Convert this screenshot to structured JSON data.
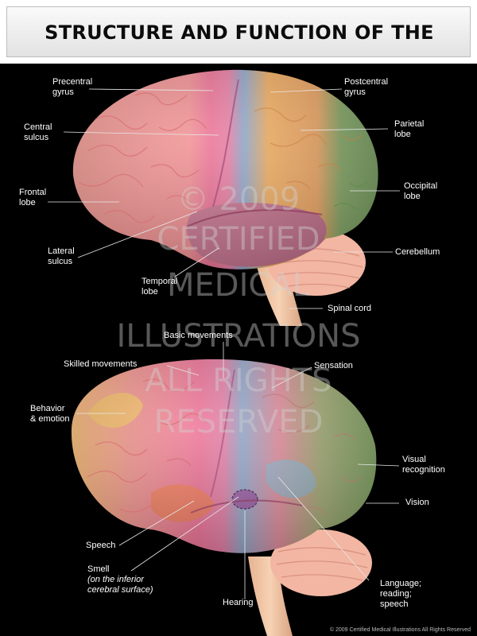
{
  "title": "STRUCTURE AND FUNCTION OF THE BRAIN",
  "top_labels": {
    "precentral_gyrus": [
      "Precentral",
      "gyrus"
    ],
    "postcentral_gyrus": [
      "Postcentral",
      "gyrus"
    ],
    "central_sulcus": [
      "Central",
      "sulcus"
    ],
    "parietal_lobe": [
      "Parietal",
      "lobe"
    ],
    "frontal_lobe": [
      "Frontal",
      "lobe"
    ],
    "occipital_lobe": [
      "Occipital",
      "lobe"
    ],
    "lateral_sulcus": [
      "Lateral",
      "sulcus"
    ],
    "cerebellum": "Cerebellum",
    "temporal_lobe": [
      "Temporal",
      "lobe"
    ],
    "spinal_cord": "Spinal cord"
  },
  "bottom_labels": {
    "basic_movements": "Basic movements",
    "skilled_movements": "Skilled movements",
    "sensation": "Sensation",
    "behavior_emotion": [
      "Behavior",
      "& emotion"
    ],
    "visual_recognition": [
      "Visual",
      "recognition"
    ],
    "vision": "Vision",
    "speech": "Speech",
    "smell": "Smell",
    "smell_note": [
      "(on the inferior",
      "cerebral surface)"
    ],
    "hearing": "Hearing",
    "language": [
      "Language;",
      "reading;",
      "speech"
    ]
  },
  "watermark": [
    "© 2009",
    "CERTIFIED",
    "MEDICAL",
    "ILLUSTRATIONS",
    "ALL RIGHTS",
    "RESERVED"
  ],
  "copyright": "© 2009 Certified Medical Illustrations All Rights Reserved",
  "colors": {
    "frontal": "#f0958f",
    "precentral": "#ee6f95",
    "postcentral": "#8fa9cf",
    "parietal": "#f6b060",
    "occipital": "#88ad6a",
    "temporal": "#c8738f",
    "cerebellum": "#f2b6a3",
    "spinal_cord": "#f3c7a5",
    "behavior": "#f6c062",
    "speech": "#f47a4a",
    "language": "#93b8cf"
  }
}
